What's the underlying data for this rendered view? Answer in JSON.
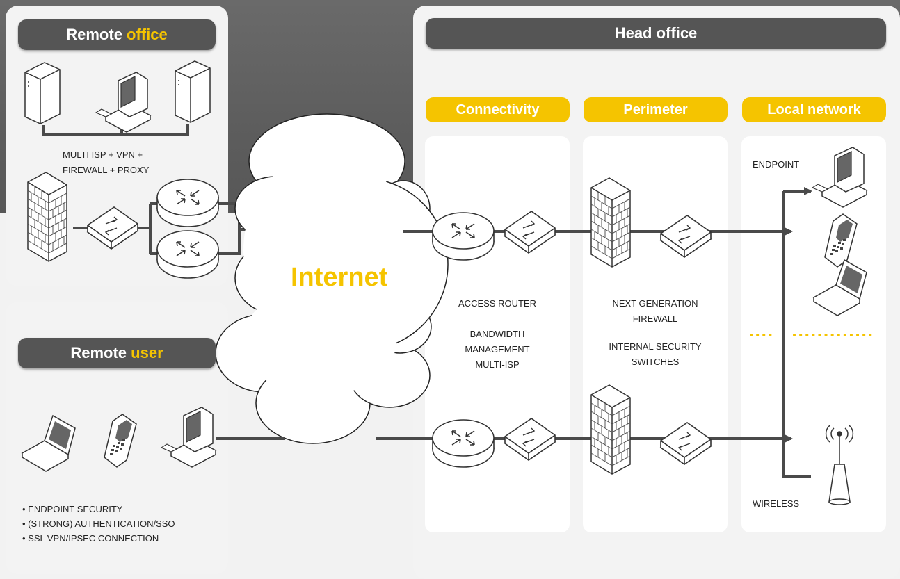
{
  "remote_office": {
    "title_prefix": "Remote ",
    "title_highlight": "office",
    "note_line1": "MULTI ISP + VPN +",
    "note_line2": "FIREWALL + PROXY"
  },
  "remote_user": {
    "title_prefix": "Remote ",
    "title_highlight": "user",
    "bullets": [
      "• ENDPOINT SECURITY",
      "• (STRONG) AUTHENTICATION/SSO",
      "• SSL VPN/IPSEC CONNECTION"
    ]
  },
  "internet_label": "Internet",
  "head_office": {
    "title": "Head office",
    "columns": [
      "Connectivity",
      "Perimeter",
      "Local network"
    ],
    "connectivity_labels": [
      "ACCESS ROUTER",
      "BANDWIDTH",
      "MANAGEMENT",
      "MULTI-ISP"
    ],
    "perimeter_labels": [
      "NEXT GENERATION",
      "FIREWALL",
      "INTERNAL SECURITY",
      "SWITCHES"
    ],
    "local_labels": {
      "endpoint": "ENDPOINT",
      "wireless": "WIRELESS"
    }
  },
  "colors": {
    "accent": "#f5c400",
    "dark": "#555555",
    "line": "#4a4a4a",
    "panel": "#f3f3f3"
  },
  "icons": [
    "server-icon",
    "desktop-computer-icon",
    "firewall-icon",
    "switch-icon",
    "router-icon",
    "laptop-icon",
    "mobile-phone-icon",
    "wireless-antenna-icon",
    "arrow-icon",
    "cloud-icon"
  ]
}
